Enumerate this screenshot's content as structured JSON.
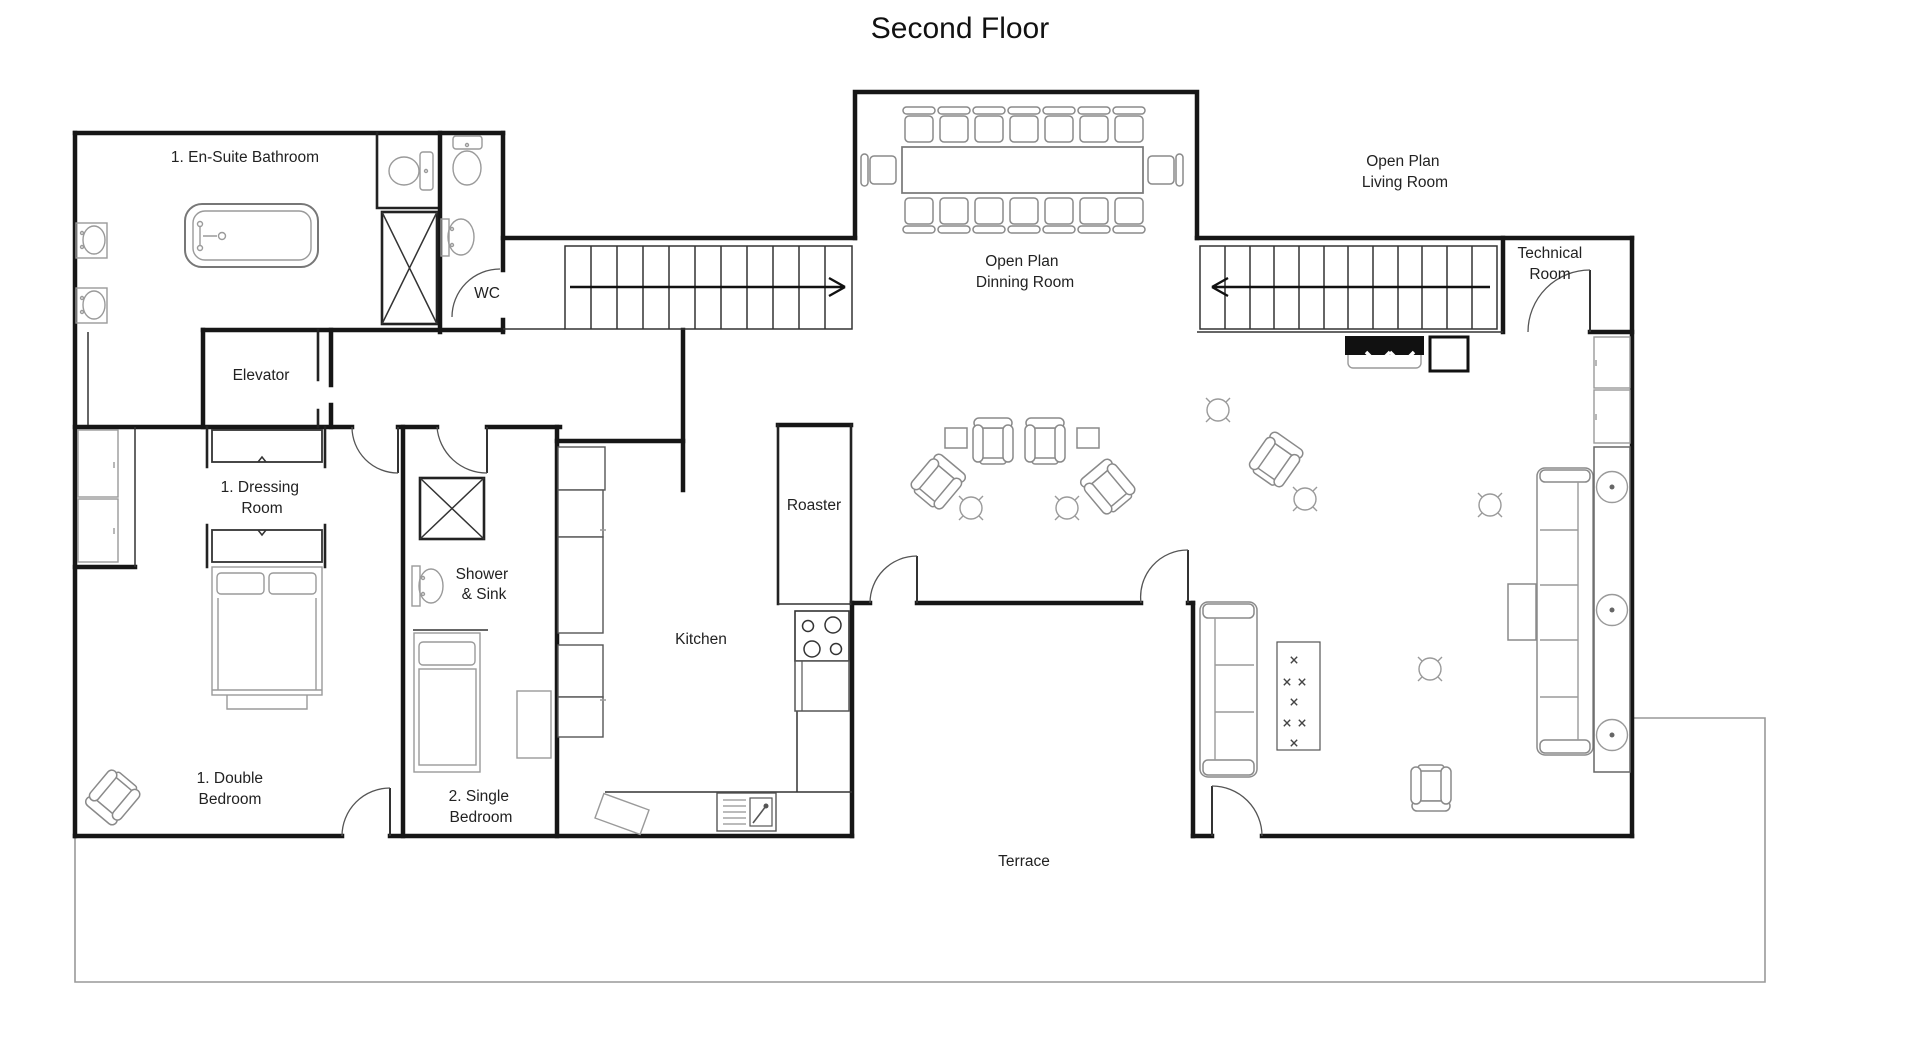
{
  "title": "Second Floor",
  "rooms": {
    "ensuite": {
      "name": "1. En-Suite Bathroom"
    },
    "wc": {
      "name": "WC"
    },
    "elevator": {
      "name": "Elevator"
    },
    "dressing": {
      "line1": "1. Dressing",
      "line2": "Room"
    },
    "double_bedroom": {
      "line1": "1. Double",
      "line2": "Bedroom"
    },
    "single_bedroom": {
      "line1": "2. Single",
      "line2": "Bedroom"
    },
    "shower_sink": {
      "line1": "Shower",
      "line2": "& Sink"
    },
    "kitchen": {
      "name": "Kitchen"
    },
    "roaster": {
      "name": "Roaster"
    },
    "dining": {
      "line1": "Open Plan",
      "line2": "Dinning Room"
    },
    "living": {
      "line1": "Open Plan",
      "line2": "Living Room"
    },
    "technical": {
      "line1": "Technical",
      "line2": "Room"
    },
    "terrace": {
      "name": "Terrace"
    }
  },
  "colors": {
    "walls": "#161616",
    "furniture": "#8a8a8a",
    "background": "#ffffff",
    "text": "#222222"
  }
}
